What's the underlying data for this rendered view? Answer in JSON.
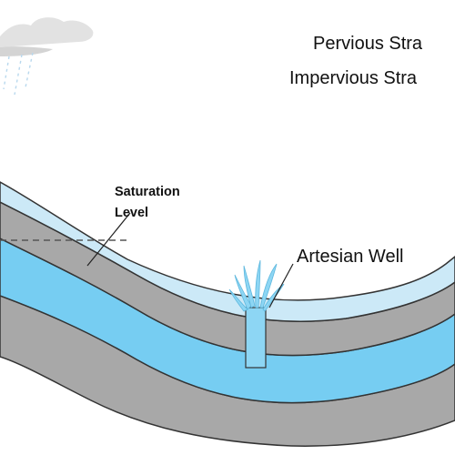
{
  "legend": {
    "pervious": "Pervious Stra",
    "impervious": "Impervious Stra"
  },
  "labels": {
    "saturation_line1": "Saturation",
    "saturation_line2": "Level",
    "artesian_well": "Artesian Well"
  },
  "colors": {
    "impervious_layer": "#a8a8a8",
    "pervious_upper": "#cce9f7",
    "water_layer": "#76cdf2",
    "well_water": "#8dd6f4",
    "outline": "#333333",
    "cloud": "#e2e2e2",
    "rain": "#b8d8ee"
  }
}
